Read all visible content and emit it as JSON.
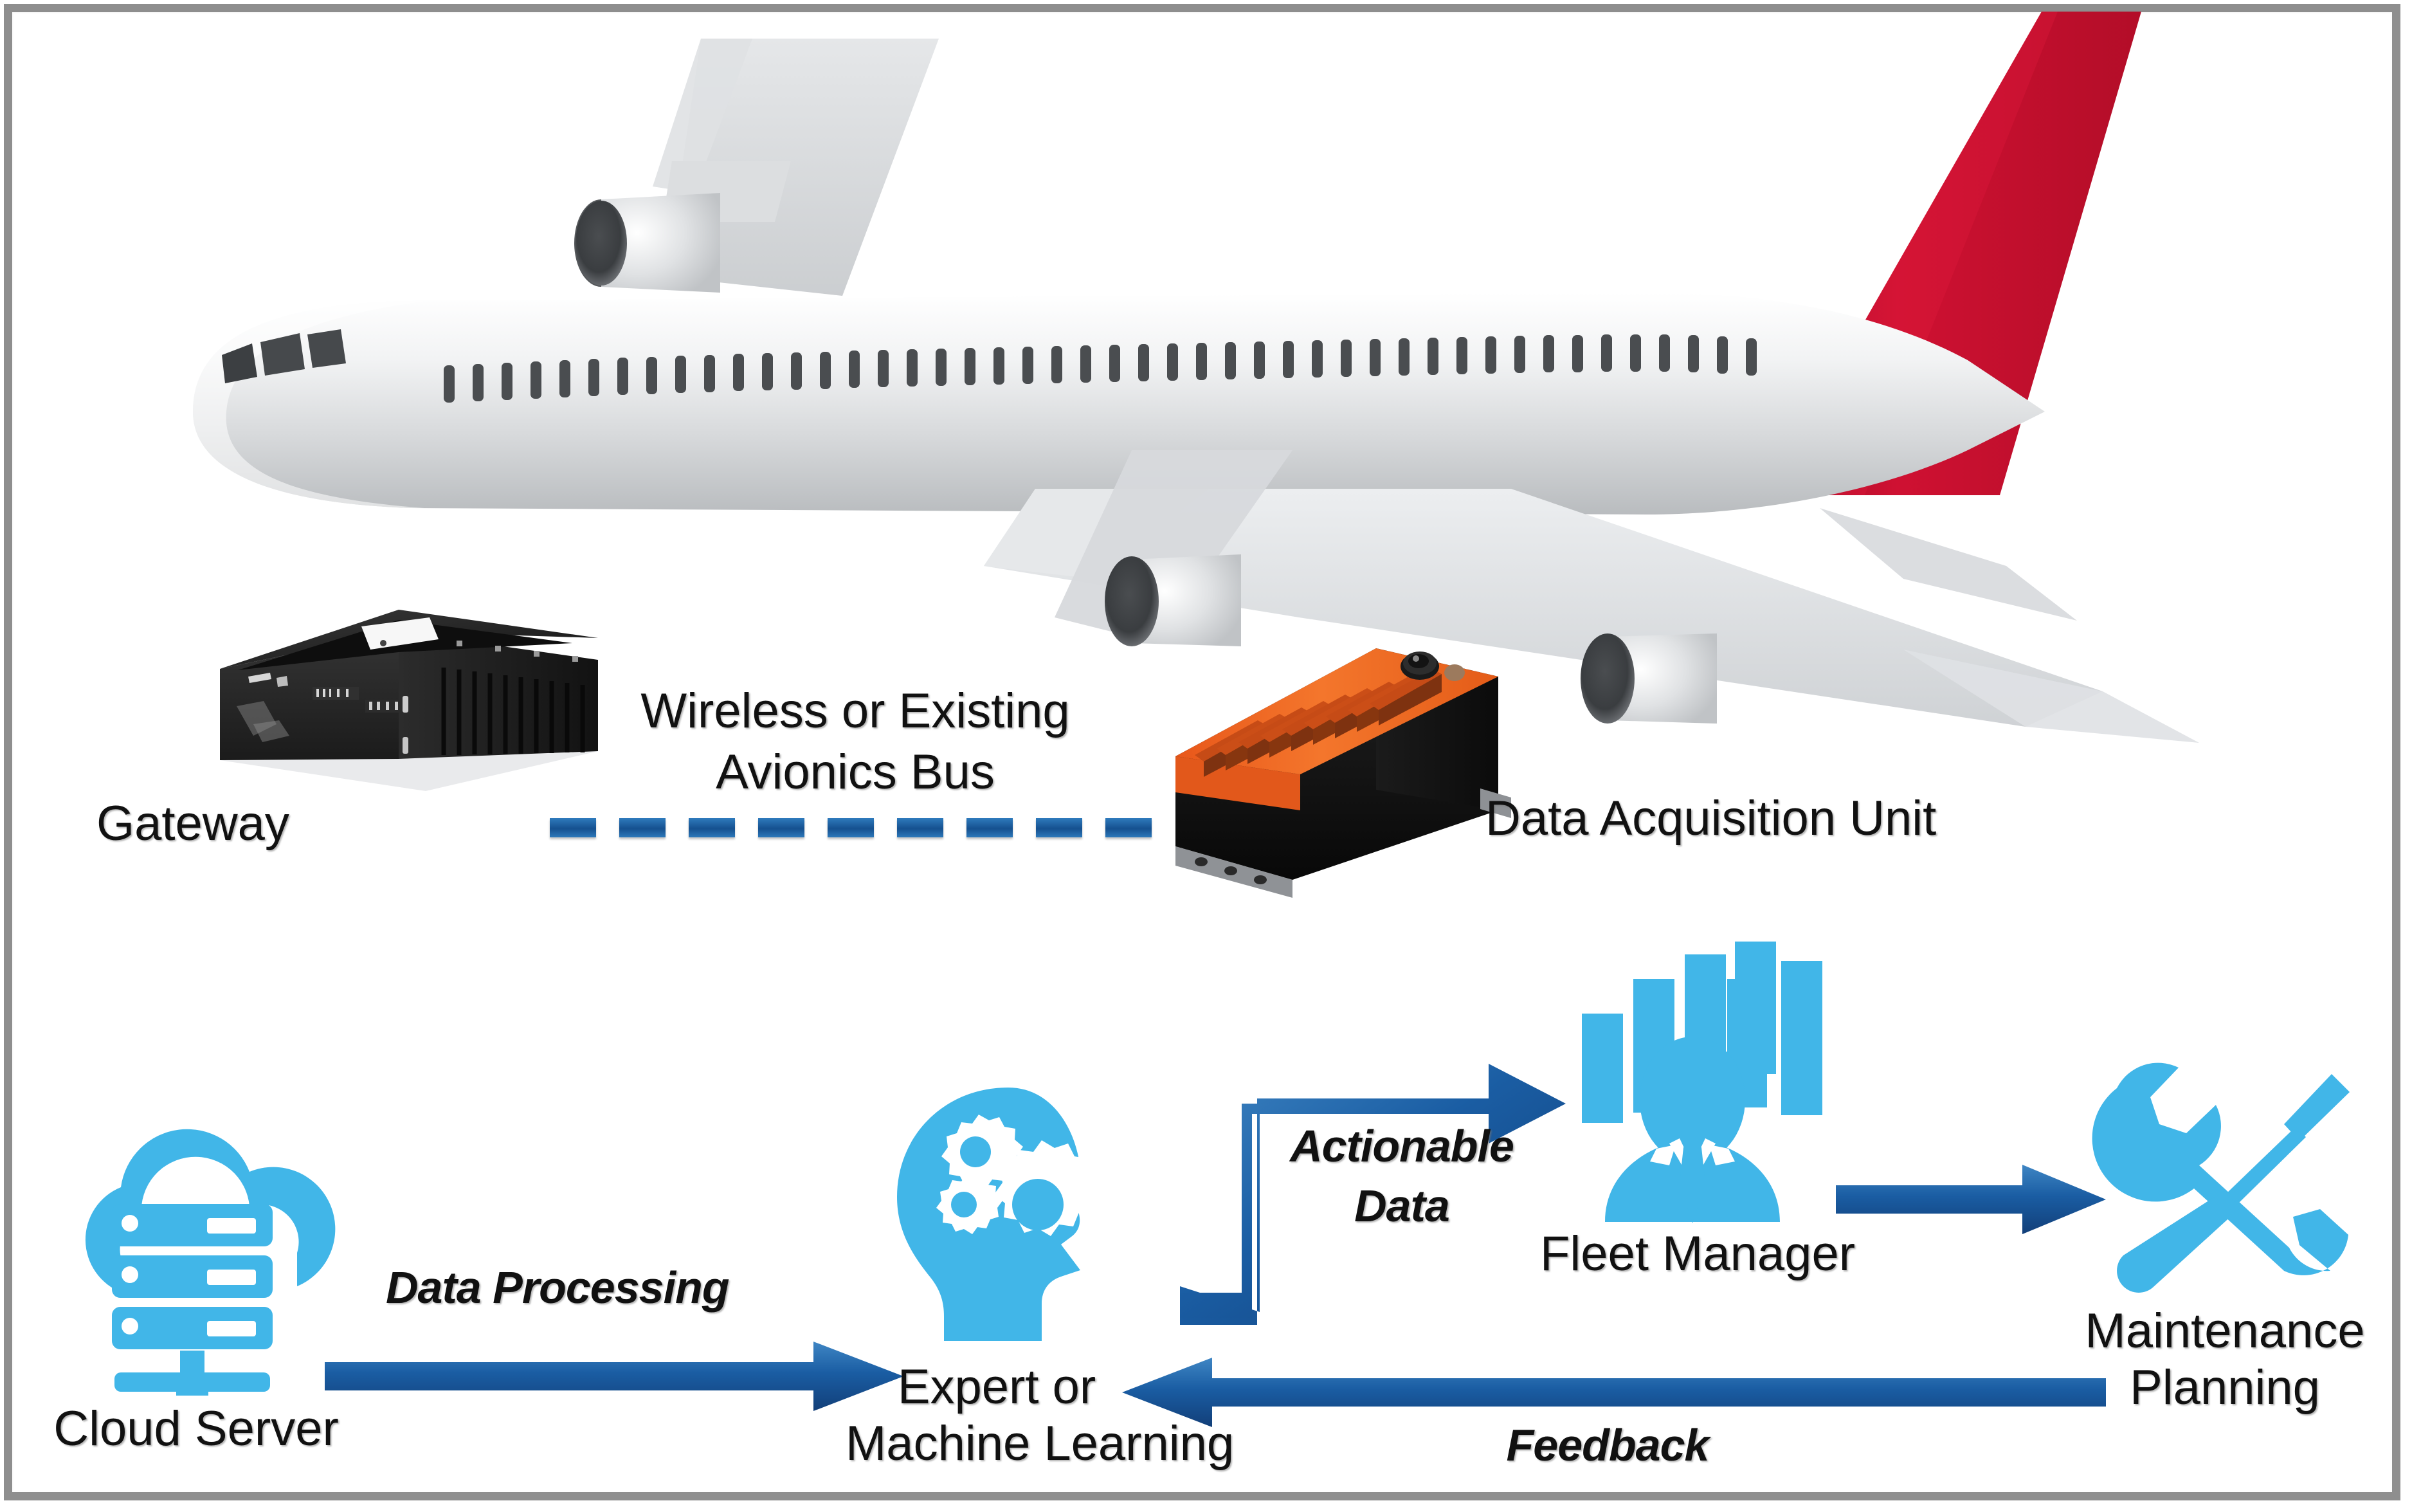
{
  "figure": {
    "title": "Aircraft predictive maintenance data flow diagram",
    "background_color": "#ffffff",
    "frame_color": "#8e8e8e"
  },
  "colors": {
    "icon_cyan": "#41b6e8",
    "arrow_blue": "#1f5fa9",
    "arrow_blue_dark": "#12488a",
    "dash_blue": "#1d5fa5",
    "tail_red": "#c8102e",
    "fuselage_grey": "#dcdee0",
    "dau_orange": "#f0671f",
    "gateway_black": "#2b2b2b",
    "text_black": "#111111"
  },
  "aircraft": {
    "name": "commercial-airliner",
    "tail_color": "#c8102e",
    "body_color": "#e2e4e6",
    "window_count": 46,
    "engine_count": 4
  },
  "hardware": [
    {
      "id": "gateway",
      "label": "Gateway",
      "device_color": "#2b2b2b",
      "accent": "#ffffff"
    },
    {
      "id": "data-acquisition-unit",
      "label": "Data Acquisition Unit",
      "device_color": "#1b1b1b",
      "accent": "#f0671f"
    }
  ],
  "link": {
    "label_line1": "Wireless or Existing",
    "label_line2": "Avionics Bus",
    "style": "dashed",
    "dash_count": 9,
    "color": "#1d5fa5"
  },
  "workflow": {
    "nodes": [
      {
        "id": "cloud-server",
        "icon": "cloud-server-icon",
        "caption_line1": "Cloud Server",
        "caption_line2": ""
      },
      {
        "id": "expert-ml",
        "icon": "head-gears-icon",
        "caption_line1": "Expert or",
        "caption_line2": "Machine Learning"
      },
      {
        "id": "fleet-manager",
        "icon": "manager-chart-icon",
        "caption_line1": "Fleet Manager",
        "caption_line2": ""
      },
      {
        "id": "maintenance-planning",
        "icon": "wrench-screwdriver-icon",
        "caption_line1": "Maintenance",
        "caption_line2": "Planning"
      }
    ],
    "edges": [
      {
        "id": "data-processing",
        "label": "Data Processing",
        "from": "cloud-server",
        "to": "expert-ml",
        "shape": "straight",
        "direction": "right"
      },
      {
        "id": "actionable-data",
        "label_line1": "Actionable",
        "label_line2": "Data",
        "from": "expert-ml",
        "to": "fleet-manager",
        "shape": "elbow",
        "direction": "up-right"
      },
      {
        "id": "plan",
        "label": "",
        "from": "fleet-manager",
        "to": "maintenance-planning",
        "shape": "straight",
        "direction": "right"
      },
      {
        "id": "feedback",
        "label": "Feedback",
        "from": "maintenance-planning",
        "to": "expert-ml",
        "shape": "straight",
        "direction": "left"
      }
    ]
  }
}
